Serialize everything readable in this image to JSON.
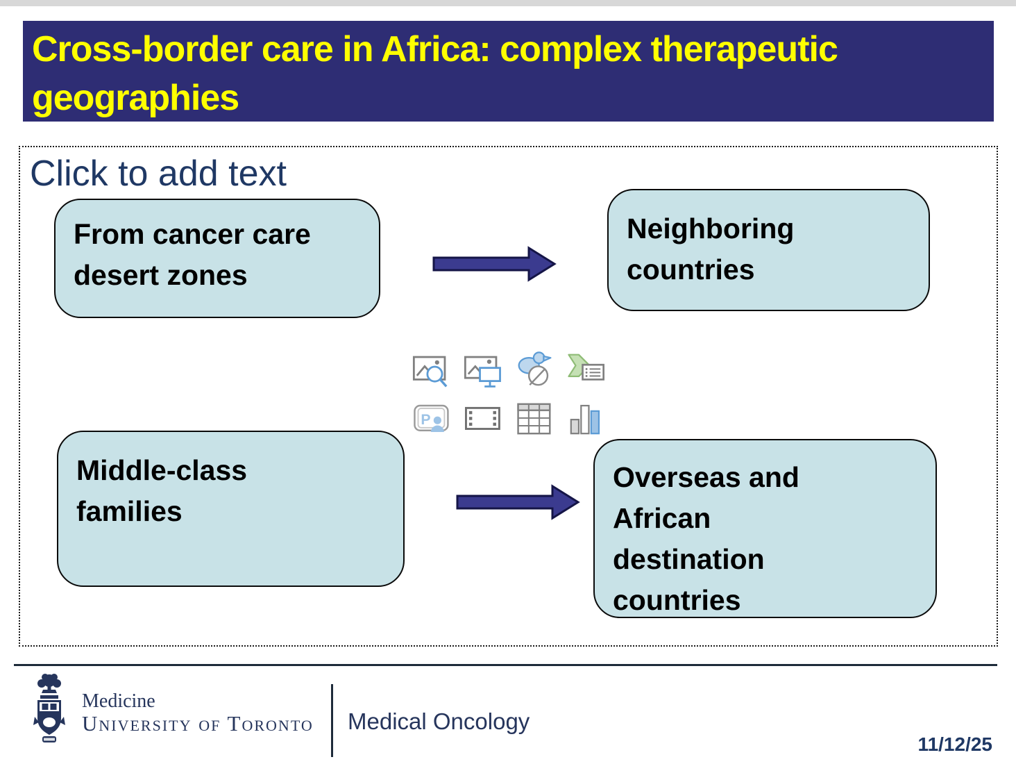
{
  "colors": {
    "title_bar_bg": "#2e2d74",
    "title_text": "#ffff00",
    "placeholder_text_color": "#1f3864",
    "box_fill": "#c8e2e7",
    "box_border": "#0a0a0a",
    "arrow_fill": "#3b3b8f",
    "arrow_outline": "#151547",
    "footer_navy": "#26355c",
    "line_color": "#1e2b3a",
    "date_color": "#1f3864",
    "top_strip": "#d8d8d8"
  },
  "title": {
    "lines": [
      "Cross-border care in Africa: complex therapeutic",
      "geographies"
    ]
  },
  "content": {
    "placeholder_text": "Click to add text"
  },
  "diagram": {
    "boxes": [
      {
        "name": "from-cancer-care-desert-zones",
        "lines": [
          "From cancer care",
          "desert zones"
        ]
      },
      {
        "name": "neighboring-countries",
        "lines": [
          "Neighboring",
          "countries"
        ]
      },
      {
        "name": "middle-class-families",
        "lines": [
          "Middle-class",
          "families"
        ]
      },
      {
        "name": "overseas-destination-countries",
        "lines": [
          "Overseas and",
          "African",
          "destination",
          "countries"
        ]
      }
    ],
    "arrows": [
      "arrow-top",
      "arrow-bottom"
    ]
  },
  "placeholder_icons": [
    {
      "name": "stock-images"
    },
    {
      "name": "pictures"
    },
    {
      "name": "insert-icons"
    },
    {
      "name": "smartart"
    },
    {
      "name": "cameo"
    },
    {
      "name": "insert-video"
    },
    {
      "name": "insert-table"
    },
    {
      "name": "insert-chart"
    }
  ],
  "footer": {
    "logo_unit": "Medicine",
    "logo_institution": "University of Toronto",
    "department": "Medical Oncology",
    "date": "11/12/25"
  }
}
